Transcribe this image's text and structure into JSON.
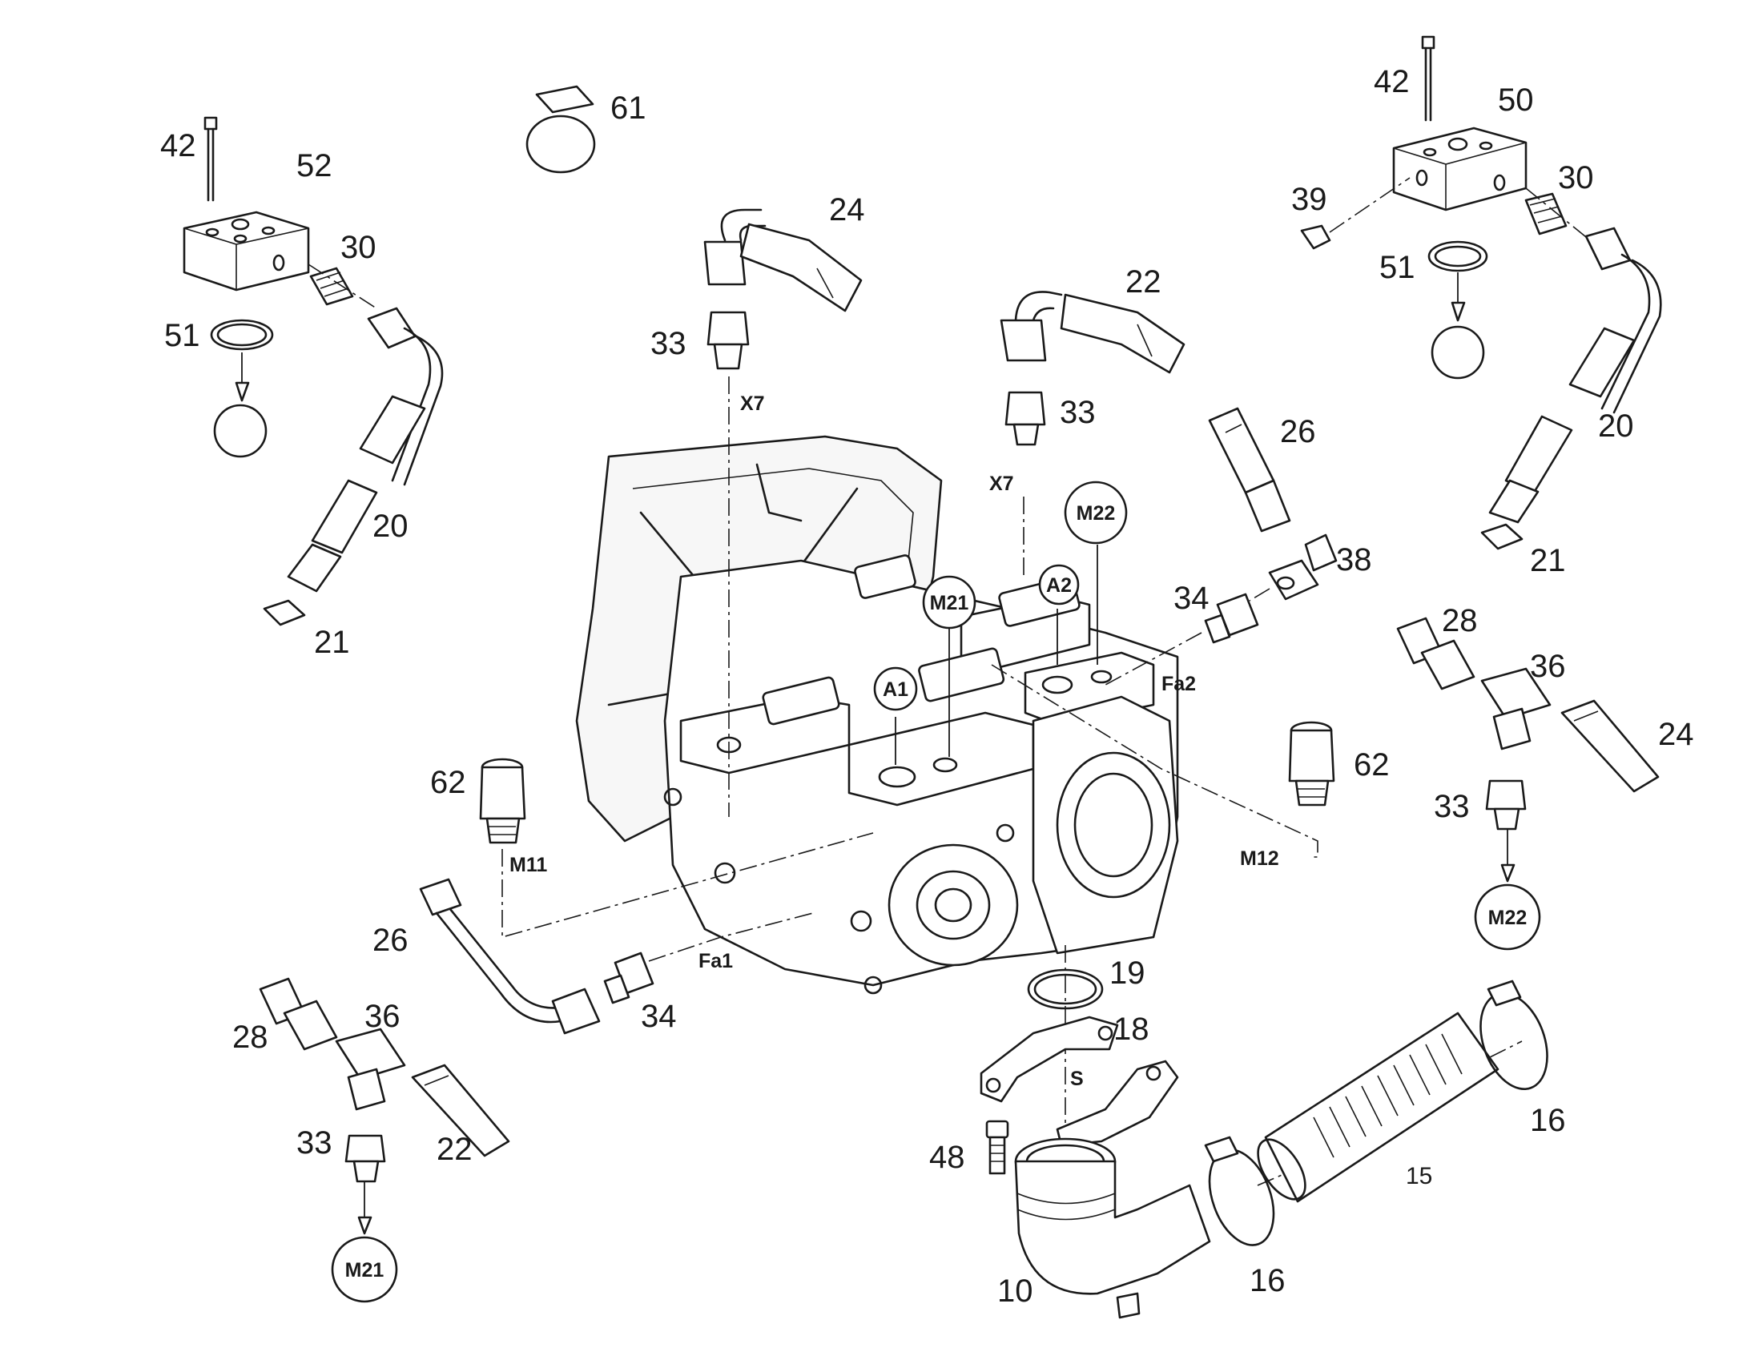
{
  "callouts": {
    "c61": "61",
    "c42a": "42",
    "c52": "52",
    "c30a": "30",
    "c51a": "51",
    "c20a": "20",
    "c21a": "21",
    "c24a": "24",
    "c33a": "33",
    "c22a": "22",
    "c33b": "33",
    "c42b": "42",
    "c50": "50",
    "c39": "39",
    "c30b": "30",
    "c51b": "51",
    "c20b": "20",
    "c21b": "21",
    "c26a": "26",
    "c38": "38",
    "c34a": "34",
    "c28a": "28",
    "c36a": "36",
    "c24b": "24",
    "c33c": "33",
    "c62a": "62",
    "c62b": "62",
    "c26b": "26",
    "c34b": "34",
    "c28b": "28",
    "c36b": "36",
    "c33d": "33",
    "c22b": "22",
    "c19": "19",
    "c18": "18",
    "c48": "48",
    "c10": "10",
    "c16a": "16",
    "c16b": "16",
    "c15": "15"
  },
  "ports": {
    "x7a": "X7",
    "x7b": "X7",
    "fa2": "Fa2",
    "fa1": "Fa1",
    "m11": "M11",
    "m12": "M12",
    "s": "S"
  },
  "circles": {
    "m22_top": "M22",
    "m21_top": "M21",
    "a1": "A1",
    "a2": "A2",
    "m22_bottom": "M22",
    "m21_bottom": "M21"
  },
  "icons": {
    "housing": "transmission-housing-icon",
    "hose": "hydraulic-hose-icon",
    "block": "valve-block-icon",
    "fitting": "threaded-fitting-icon"
  }
}
